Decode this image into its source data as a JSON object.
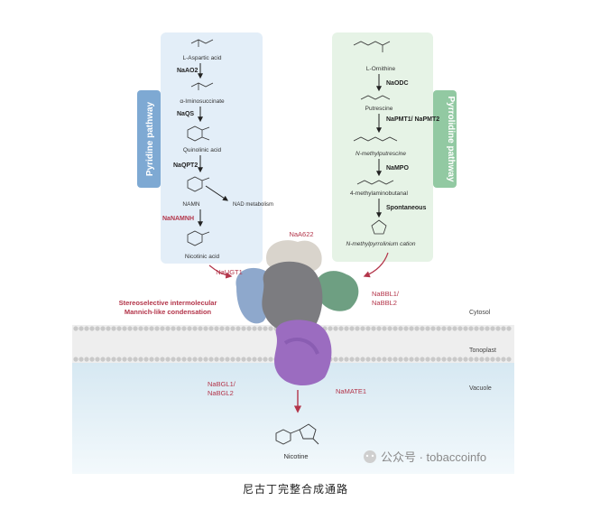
{
  "pyridine": {
    "title": "Pyridine pathway",
    "steps": [
      {
        "metabolite": "L-Aspartic acid",
        "enzyme": "NaAO2"
      },
      {
        "metabolite": "α-Iminosuccinate",
        "enzyme": "NaQS"
      },
      {
        "metabolite": "Quinolinic acid",
        "enzyme": "NaQPT2"
      },
      {
        "metabolite": "NAMN",
        "enzyme": "NaNAMNH"
      },
      {
        "metabolite": "Nicotinic acid",
        "enzyme": ""
      }
    ],
    "side_product": "NAD metabolism"
  },
  "pyrrolidine": {
    "title": "Pyrrolidine pathway",
    "steps": [
      {
        "metabolite": "L-Ornithine",
        "enzyme": "NaODC"
      },
      {
        "metabolite": "Putrescine",
        "enzyme": "NaPMT1/ NaPMT2"
      },
      {
        "metabolite": "N-methylputrescine",
        "enzyme": "NaMPO"
      },
      {
        "metabolite": "4-methylaminobutanal",
        "enzyme": "Spontaneous"
      },
      {
        "metabolite": "N-methylpyrrolinium cation",
        "enzyme": ""
      }
    ]
  },
  "complex": {
    "labels": {
      "naugt1": "NaUGT1",
      "naa622": "NaA622",
      "nabbl_line1": "NaBBL1/",
      "nabbl_line2": "NaBBL2",
      "nabgl_line1": "NaBGL1/",
      "nabgl_line2": "NaBGL2",
      "namate1": "NaMATE1"
    },
    "condensation_line1": "Stereoselective intermolecular",
    "condensation_line2": "Mannich-like condensation"
  },
  "compartments": {
    "cytosol": "Cytosol",
    "tonoplast": "Tonoplast",
    "vacuole": "Vacuole"
  },
  "product": "Nicotine",
  "watermark": "公众号 · tobaccoinfo",
  "caption": "尼古丁完整合成通路",
  "colors": {
    "pyridine_panel": "#e3eef8",
    "pyridine_tab": "#7ea9d3",
    "pyrrolidine_panel": "#e6f3e6",
    "pyrrolidine_tab": "#92c9a2",
    "enzyme_red": "#b3354a",
    "vacuole": "#d9eaf3"
  }
}
